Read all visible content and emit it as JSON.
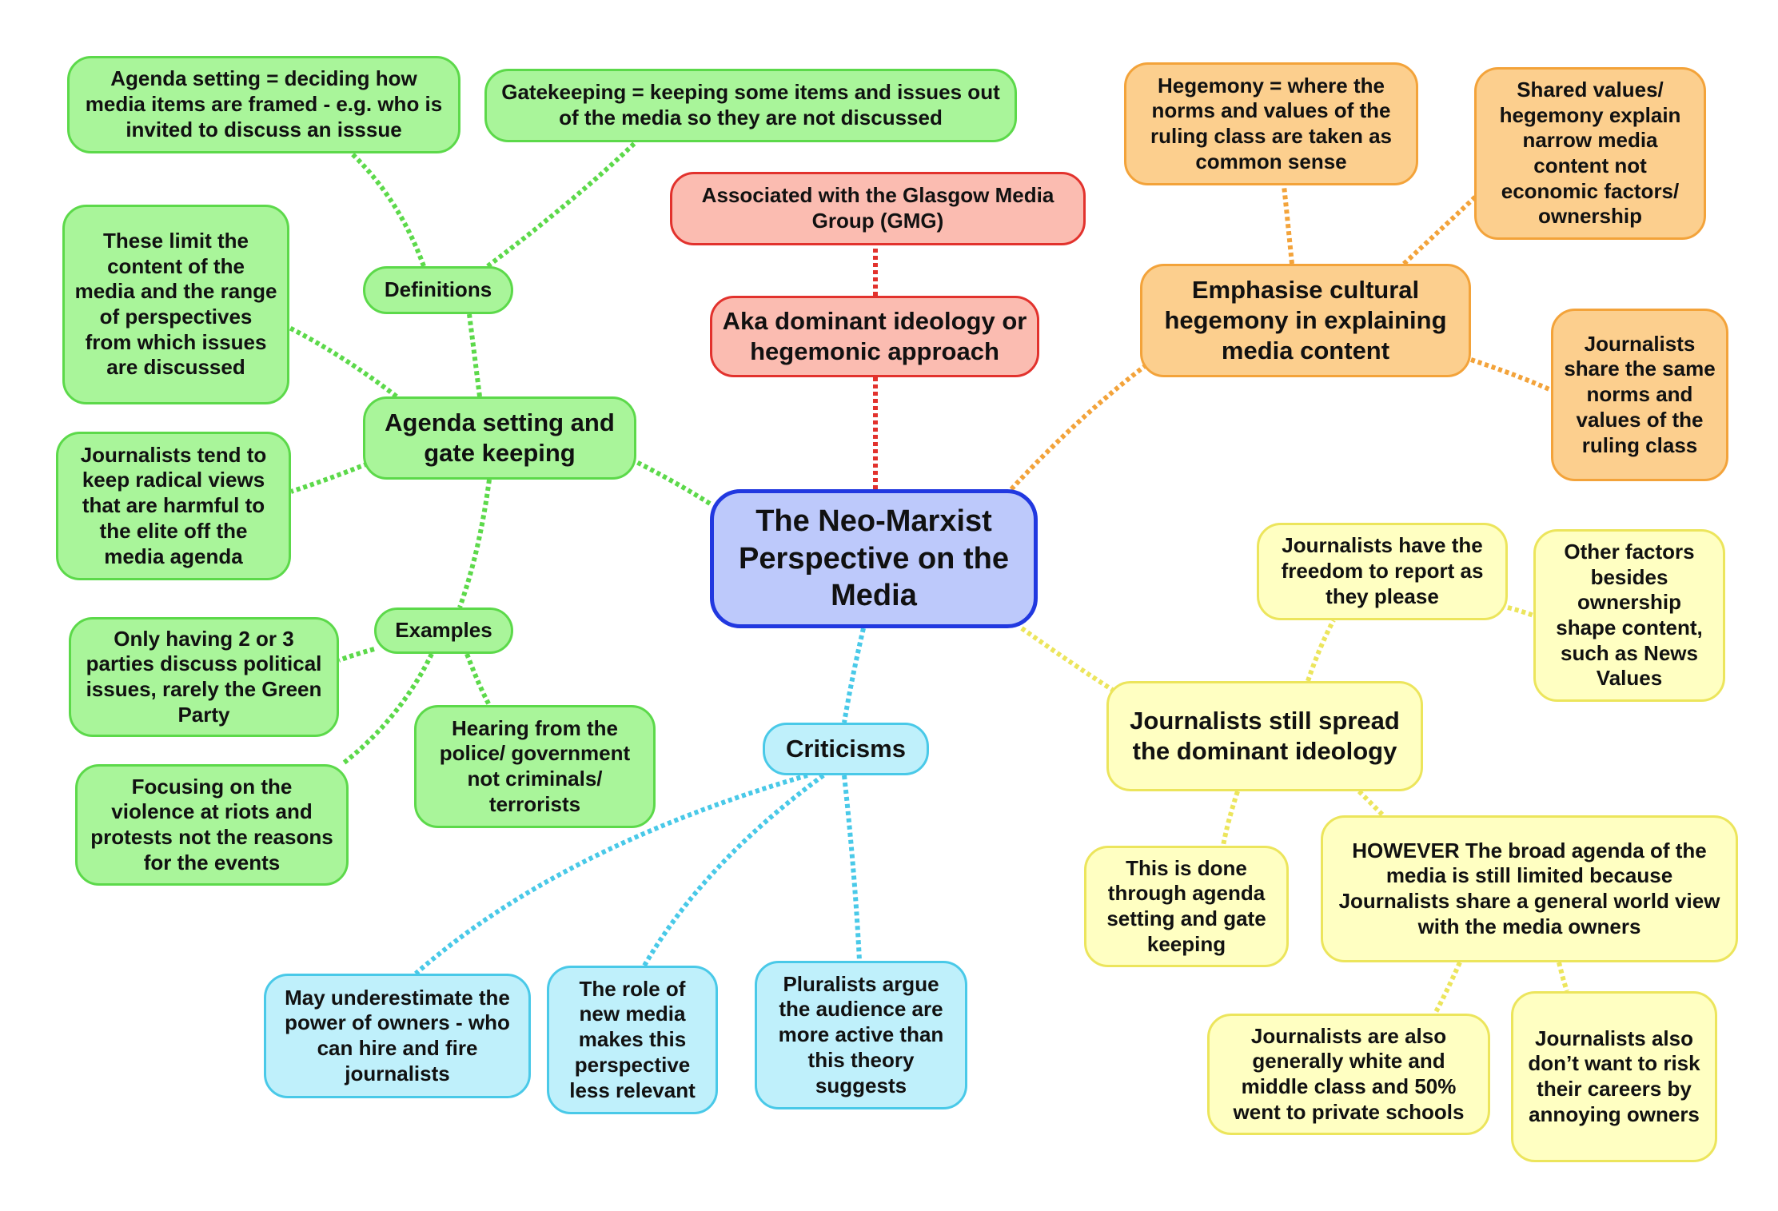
{
  "colors": {
    "green_fill": "#a9f59a",
    "green_line": "#5cd94a",
    "orange_fill": "#fccf8e",
    "orange_line": "#f3a33a",
    "yellow_fill": "#ffffc2",
    "yellow_line": "#ece55c",
    "cyan_fill": "#bff0fb",
    "cyan_line": "#49c9e8",
    "red_fill": "#fbbcb1",
    "red_line": "#e2322d",
    "center_fill": "#bdc9fb",
    "center_line": "#2138e0"
  },
  "center": {
    "text": "The Neo-Marxist Perspective on the Media"
  },
  "red": {
    "aka": "Aka dominant ideology or hegemonic approach",
    "glasgow": "Associated with the Glasgow Media Group (GMG)"
  },
  "green": {
    "main": "Agenda setting and gate keeping",
    "definitions": "Definitions",
    "agenda_def": "Agenda setting = deciding how media items are framed - e.g. who is invited to discuss an isssue",
    "gatekeeping_def": "Gatekeeping = keeping some items and issues out of the media so they are not discussed",
    "limit": "These limit the content of the media and the range of perspectives from which issues are discussed",
    "radical": "Journalists tend to keep radical views that are harmful to the elite off the media agenda",
    "examples": "Examples",
    "parties": "Only having 2 or 3 parties discuss political issues, rarely the Green Party",
    "violence": "Focusing on the violence at riots and protests not the reasons for the events",
    "police": "Hearing from the police/ government not criminals/ terrorists"
  },
  "orange": {
    "main": "Emphasise cultural hegemony in explaining media content",
    "hegemony_def": "Hegemony = where the norms and values of the ruling class are taken as common sense",
    "shared": "Shared values/ hegemony explain narrow media content not economic factors/ ownership",
    "journalists": "Journalists share the same norms and values of the ruling class"
  },
  "yellow": {
    "main": "Journalists still spread the dominant ideology",
    "freedom": "Journalists have the freedom to report as they please",
    "other": "Other factors besides ownership shape content, such as News Values",
    "done": "This is done through agenda setting and gate keeping",
    "however": "HOWEVER The broad agenda of the media is still limited because Journalists share a general world view with the media owners",
    "white": "Journalists are also generally white and middle class and 50% went to private schools",
    "careers": "Journalists also don’t want to risk their careers by annoying owners"
  },
  "cyan": {
    "main": "Criticisms",
    "owners": "May underestimate the power of owners - who can hire and fire journalists",
    "newmedia": "The role of new media makes this perspective less relevant",
    "pluralists": "Pluralists argue the audience are more active than this theory suggests"
  }
}
